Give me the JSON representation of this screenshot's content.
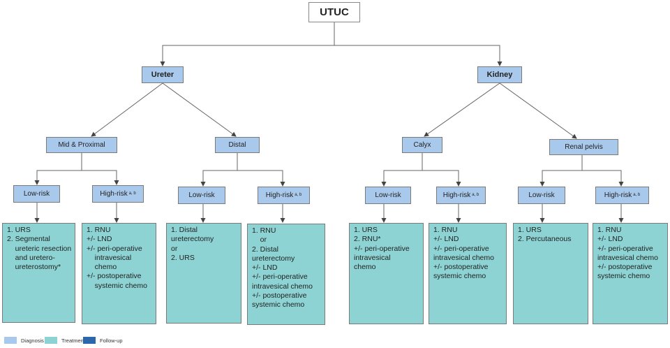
{
  "root": "UTUC",
  "ureter": {
    "label": "Ureter",
    "mid_proximal": {
      "label": "Mid & Proximal",
      "low_label": "Low-risk",
      "high_label": "High-risk",
      "high_sup": "a, b",
      "low_treatment": "1. URS\n2. Segmental\n    ureteric resection\n    and uretero-\n    ureterostomy*",
      "high_treatment": "1. RNU\n+/- LND\n+/- peri-operative\n    intravesical\n    chemo\n+/- postoperative\n    systemic chemo"
    },
    "distal": {
      "label": "Distal",
      "low_label": "Low-risk",
      "high_label": "High-risk",
      "high_sup": "a, b",
      "low_treatment": "1. Distal\nureterectomy\nor\n2. URS",
      "high_treatment": "1. RNU\n    or\n2. Distal\nureterectomy\n+/- LND\n+/- peri-operative\nintravesical chemo\n+/- postoperative\nsystemic chemo"
    }
  },
  "kidney": {
    "label": "Kidney",
    "calyx": {
      "label": "Calyx",
      "low_label": "Low-risk",
      "high_label": "High-risk",
      "high_sup": "a, b",
      "low_treatment": "1. URS\n2. RNU*\n+/- peri-operative\nintravesical\nchemo",
      "high_treatment": "1. RNU\n+/- LND\n+/- peri-operative\nintravesical chemo\n+/- postoperative\nsystemic chemo"
    },
    "renal_pelvis": {
      "label": "Renal pelvis",
      "low_label": "Low-risk",
      "high_label": "High-risk",
      "high_sup": "a, b",
      "low_treatment": "1. URS\n2. Percutaneous",
      "high_treatment": "1. RNU\n+/- LND\n+/- peri-operative\nintravesical chemo\n+/- postoperative\nsystemic chemo"
    }
  },
  "legend": [
    {
      "label": "Diagnosis",
      "color": "#a9c9ec"
    },
    {
      "label": "Treatment",
      "color": "#8dd3d3"
    },
    {
      "label": "Follow-up",
      "color": "#2b67ad"
    }
  ]
}
